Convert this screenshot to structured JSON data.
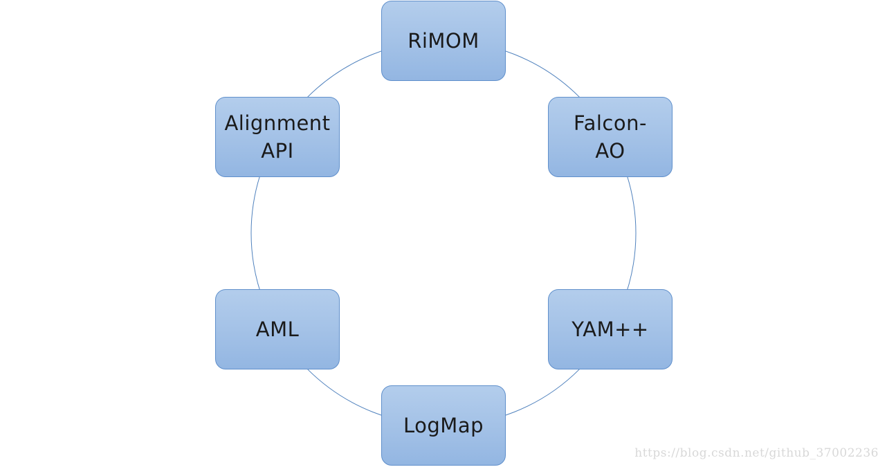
{
  "nodes": [
    {
      "id": "rimom",
      "label": "RiMOM"
    },
    {
      "id": "falcon",
      "label": "Falcon-\nAO"
    },
    {
      "id": "yam",
      "label": "YAM++"
    },
    {
      "id": "logmap",
      "label": "LogMap"
    },
    {
      "id": "aml",
      "label": "AML"
    },
    {
      "id": "alignment",
      "label": "Alignment\nAPI"
    }
  ],
  "watermark": "https://blog.csdn.net/github_37002236",
  "colors": {
    "ring": "#4f81bd",
    "node_border": "#5f8fcb",
    "node_fill_top": "#b3cdec",
    "node_fill_bottom": "#93b6e2"
  }
}
